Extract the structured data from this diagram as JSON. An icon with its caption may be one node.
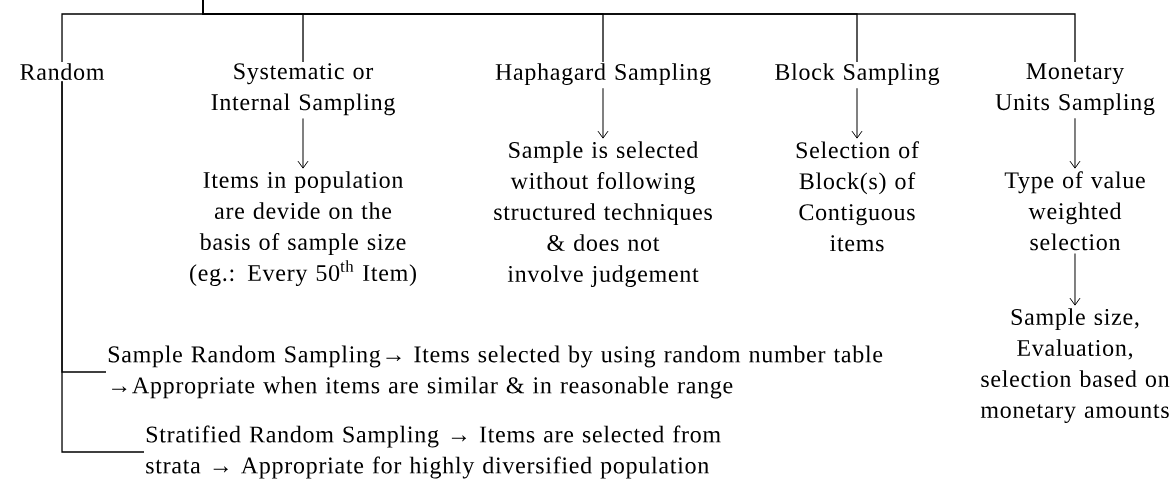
{
  "diagram": {
    "nodes": [
      {
        "text": [
          "Random"
        ]
      },
      {
        "text": [
          "Systematic or Internal Sampling"
        ]
      },
      {
        "text": [
          "Haphagard Sampling"
        ]
      },
      {
        "text": [
          "Block Sampling"
        ]
      },
      {
        "text": [
          "Monetary Units Sampling"
        ]
      },
      {
        "text": [
          "Items in population are devide on the basis of sample size (eg.: Every 50$^{th}$ Item)"
        ]
      },
      {
        "text": [
          "Sample is selected without following structured techniques & does not involve judgement"
        ]
      },
      {
        "text": [
          "Selection of Block(s) of Contiguous items"
        ]
      },
      {
        "text": [
          "Type of value weighted selection"
        ]
      },
      {
        "text": [
          "Sample size, Evaluation, selection based on monetary amounts"
        ]
      },
      {
        "text": [
          "Sample Random Sampling→ Items selected by using random number table →Appropriate when items are similar & in reasonable range"
        ]
      },
      {
        "text": [
          "Stratified Random Sampling → Items are selected from strata → Appropriate for highly diversified population"
        ]
      }
    ],
    "edges": [
      {
        "from": null,
        "to": 0,
        "arrow": "none"
      },
      {
        "from": null,
        "to": 1,
        "arrow": "none"
      },
      {
        "from": null,
        "to": 2,
        "arrow": "none"
      },
      {
        "from": null,
        "to": 3,
        "arrow": "none"
      },
      {
        "from": null,
        "to": 4,
        "arrow": "none"
      },
      {
        "from": 1,
        "to": 5,
        "arrow": "to"
      },
      {
        "from": 2,
        "to": 6,
        "arrow": "to"
      },
      {
        "from": 3,
        "to": 7,
        "arrow": "to"
      },
      {
        "from": 4,
        "to": 8,
        "arrow": "to"
      },
      {
        "from": 8,
        "to": 9,
        "arrow": "to"
      },
      {
        "from": 0,
        "to": 10,
        "arrow": "none"
      },
      {
        "from": 0,
        "to": 11,
        "arrow": "none"
      }
    ]
  }
}
